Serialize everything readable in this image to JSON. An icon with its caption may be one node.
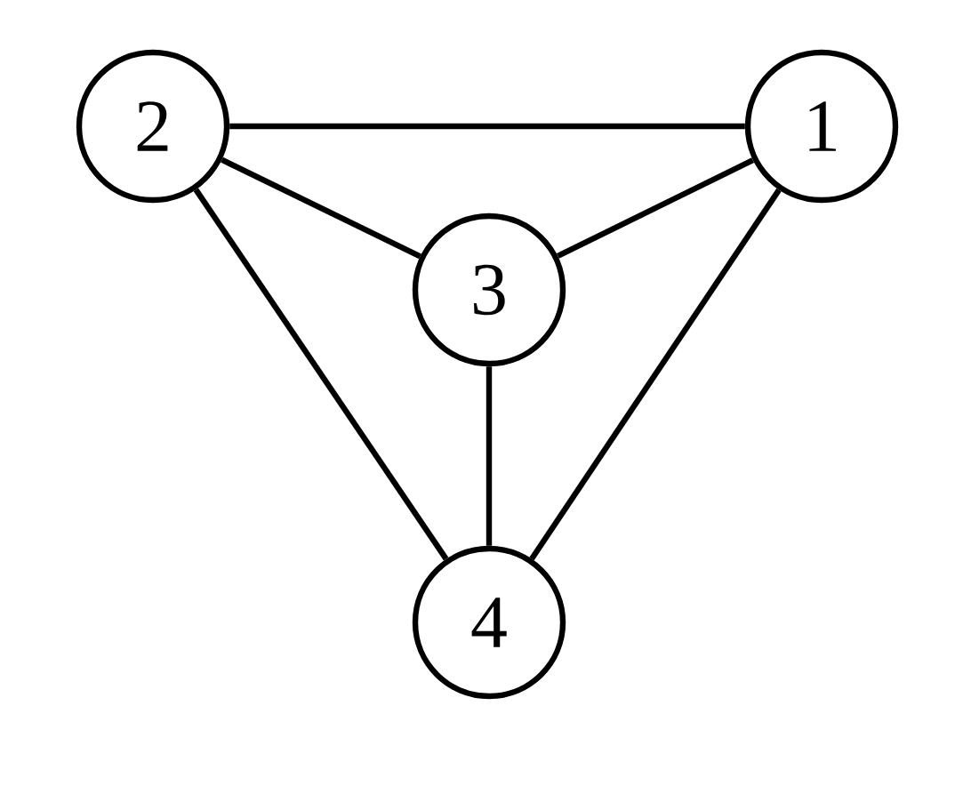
{
  "diagram": {
    "nodes": [
      {
        "text": [
          "2"
        ]
      },
      {
        "text": [
          "1"
        ]
      },
      {
        "text": [
          "3"
        ]
      },
      {
        "text": [
          "4"
        ]
      }
    ],
    "edges": [
      {
        "from": 0,
        "to": 1,
        "arrow": "none"
      },
      {
        "from": 0,
        "to": 2,
        "arrow": "none"
      },
      {
        "from": 1,
        "to": 2,
        "arrow": "none"
      },
      {
        "from": 0,
        "to": 3,
        "arrow": "none"
      },
      {
        "from": 1,
        "to": 3,
        "arrow": "none"
      },
      {
        "from": 2,
        "to": 3,
        "arrow": "none"
      }
    ]
  }
}
